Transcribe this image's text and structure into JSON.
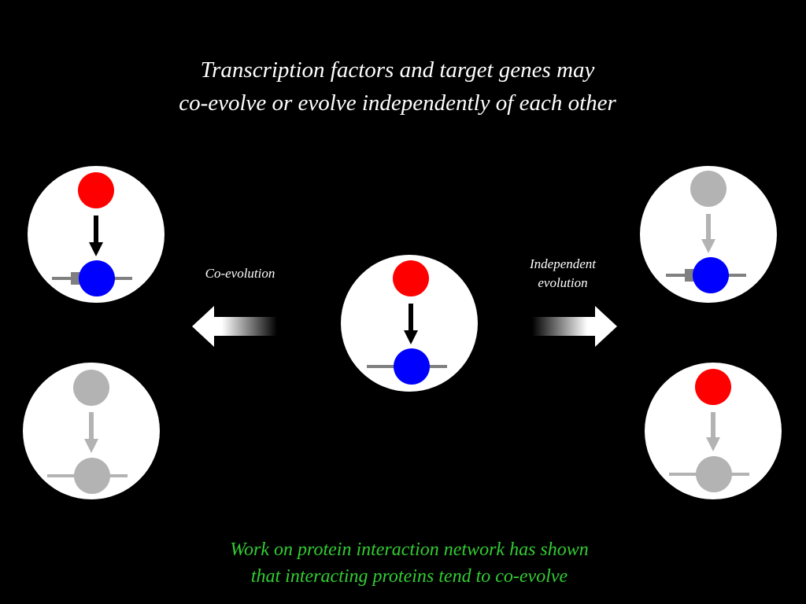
{
  "title": {
    "line1": "Transcription factors and target genes may",
    "line2": "co-evolve or evolve independently of each other"
  },
  "labels": {
    "coevolution": "Co-evolution",
    "independent_line1": "Independent",
    "independent_line2": "evolution"
  },
  "footer": {
    "line1": "Work on protein interaction network has shown",
    "line2": "that interacting proteins tend to co-evolve"
  },
  "colors": {
    "background": "#000000",
    "panel": "#ffffff",
    "factor_red": "#ff0000",
    "gene_blue": "#0000ff",
    "faded_gray": "#b3b3b3",
    "dna_line": "#808080",
    "footer_green": "#33cc33"
  }
}
